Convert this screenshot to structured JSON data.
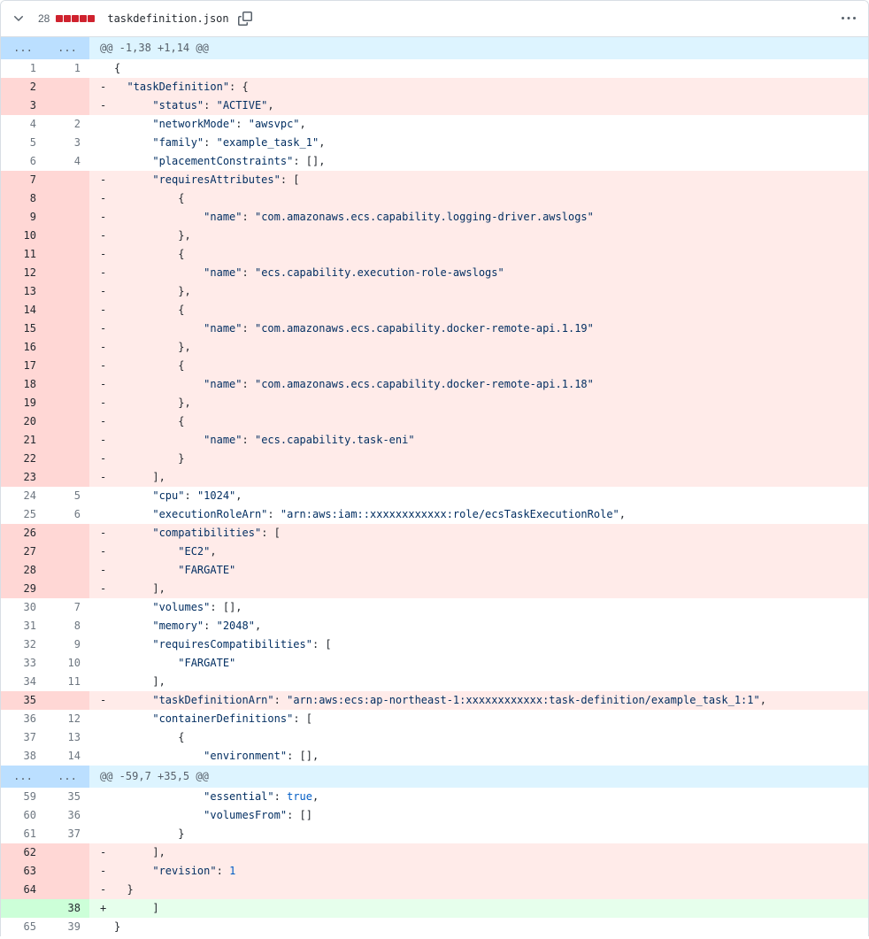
{
  "colors": {
    "border": "#d8dee4",
    "header-fg": "#24292f",
    "muted-fg": "#57606a",
    "code-fg": "#24292f",
    "num-fg": "#6e7781",
    "num-strong-fg": "#24292f",
    "del-line-bg": "#ffebe9",
    "del-num-bg": "#ffd7d5",
    "add-line-bg": "#e6ffec",
    "add-num-bg": "#ccffd8",
    "hunk-line-bg": "#ddf4ff",
    "hunk-num-bg": "#bbdfff",
    "hunk-fg": "#57606a",
    "string-fg": "#032f62",
    "const-fg": "#005cc5",
    "diffstat-del": "#cf222e",
    "diffstat-add": "#2da44e"
  },
  "header": {
    "collapse_icon": "chevron-down",
    "changes_count": "28",
    "diffstat_blocks": [
      "deletion",
      "deletion",
      "deletion",
      "deletion",
      "deletion"
    ],
    "filename": "taskdefinition.json",
    "copy_icon": "copy",
    "menu_icon": "kebab-horizontal"
  },
  "diff": {
    "expander_text": "...",
    "del_marker": "-",
    "add_marker": "+",
    "rows": [
      {
        "t": "h",
        "txt": "@@ -1,38 +1,14 @@"
      },
      {
        "t": "c",
        "o": 1,
        "n": 1,
        "s": "{"
      },
      {
        "t": "d",
        "o": 2,
        "s": "  \"taskDefinition\": {"
      },
      {
        "t": "d",
        "o": 3,
        "s": "      \"status\": \"ACTIVE\","
      },
      {
        "t": "c",
        "o": 4,
        "n": 2,
        "s": "      \"networkMode\": \"awsvpc\","
      },
      {
        "t": "c",
        "o": 5,
        "n": 3,
        "s": "      \"family\": \"example_task_1\","
      },
      {
        "t": "c",
        "o": 6,
        "n": 4,
        "s": "      \"placementConstraints\": [],"
      },
      {
        "t": "d",
        "o": 7,
        "s": "      \"requiresAttributes\": ["
      },
      {
        "t": "d",
        "o": 8,
        "s": "          {"
      },
      {
        "t": "d",
        "o": 9,
        "s": "              \"name\": \"com.amazonaws.ecs.capability.logging-driver.awslogs\""
      },
      {
        "t": "d",
        "o": 10,
        "s": "          },"
      },
      {
        "t": "d",
        "o": 11,
        "s": "          {"
      },
      {
        "t": "d",
        "o": 12,
        "s": "              \"name\": \"ecs.capability.execution-role-awslogs\""
      },
      {
        "t": "d",
        "o": 13,
        "s": "          },"
      },
      {
        "t": "d",
        "o": 14,
        "s": "          {"
      },
      {
        "t": "d",
        "o": 15,
        "s": "              \"name\": \"com.amazonaws.ecs.capability.docker-remote-api.1.19\""
      },
      {
        "t": "d",
        "o": 16,
        "s": "          },"
      },
      {
        "t": "d",
        "o": 17,
        "s": "          {"
      },
      {
        "t": "d",
        "o": 18,
        "s": "              \"name\": \"com.amazonaws.ecs.capability.docker-remote-api.1.18\""
      },
      {
        "t": "d",
        "o": 19,
        "s": "          },"
      },
      {
        "t": "d",
        "o": 20,
        "s": "          {"
      },
      {
        "t": "d",
        "o": 21,
        "s": "              \"name\": \"ecs.capability.task-eni\""
      },
      {
        "t": "d",
        "o": 22,
        "s": "          }"
      },
      {
        "t": "d",
        "o": 23,
        "s": "      ],"
      },
      {
        "t": "c",
        "o": 24,
        "n": 5,
        "s": "      \"cpu\": \"1024\","
      },
      {
        "t": "c",
        "o": 25,
        "n": 6,
        "s": "      \"executionRoleArn\": \"arn:aws:iam::xxxxxxxxxxxx:role/ecsTaskExecutionRole\","
      },
      {
        "t": "d",
        "o": 26,
        "s": "      \"compatibilities\": ["
      },
      {
        "t": "d",
        "o": 27,
        "s": "          \"EC2\","
      },
      {
        "t": "d",
        "o": 28,
        "s": "          \"FARGATE\""
      },
      {
        "t": "d",
        "o": 29,
        "s": "      ],"
      },
      {
        "t": "c",
        "o": 30,
        "n": 7,
        "s": "      \"volumes\": [],"
      },
      {
        "t": "c",
        "o": 31,
        "n": 8,
        "s": "      \"memory\": \"2048\","
      },
      {
        "t": "c",
        "o": 32,
        "n": 9,
        "s": "      \"requiresCompatibilities\": ["
      },
      {
        "t": "c",
        "o": 33,
        "n": 10,
        "s": "          \"FARGATE\""
      },
      {
        "t": "c",
        "o": 34,
        "n": 11,
        "s": "      ],"
      },
      {
        "t": "d",
        "o": 35,
        "s": "      \"taskDefinitionArn\": \"arn:aws:ecs:ap-northeast-1:xxxxxxxxxxxx:task-definition/example_task_1:1\","
      },
      {
        "t": "c",
        "o": 36,
        "n": 12,
        "s": "      \"containerDefinitions\": ["
      },
      {
        "t": "c",
        "o": 37,
        "n": 13,
        "s": "          {"
      },
      {
        "t": "c",
        "o": 38,
        "n": 14,
        "s": "              \"environment\": [],"
      },
      {
        "t": "h",
        "txt": "@@ -59,7 +35,5 @@"
      },
      {
        "t": "c",
        "o": 59,
        "n": 35,
        "s": "              \"essential\": true,"
      },
      {
        "t": "c",
        "o": 60,
        "n": 36,
        "s": "              \"volumesFrom\": []"
      },
      {
        "t": "c",
        "o": 61,
        "n": 37,
        "s": "          }"
      },
      {
        "t": "d",
        "o": 62,
        "s": "      ],"
      },
      {
        "t": "d",
        "o": 63,
        "s": "      \"revision\": 1"
      },
      {
        "t": "d",
        "o": 64,
        "s": "  }"
      },
      {
        "t": "a",
        "n": 38,
        "s": "      ]"
      },
      {
        "t": "c",
        "o": 65,
        "n": 39,
        "s": "}"
      }
    ]
  }
}
